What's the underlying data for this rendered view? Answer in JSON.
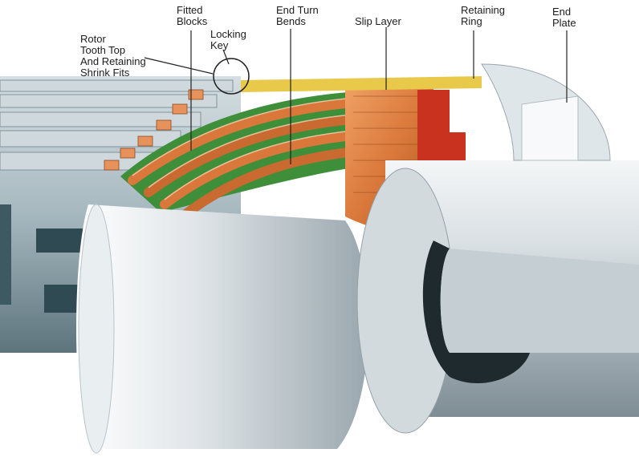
{
  "labels": {
    "rotor_tooth": "Rotor\nTooth Top\nAnd Retaining\nShrink Fits",
    "fitted_blocks": "Fitted\nBlocks",
    "locking_key": "Locking\nKey",
    "end_turn_bends": "End Turn\nBends",
    "slip_layer": "Slip Layer",
    "retaining_ring": "Retaining\nRing",
    "end_plate": "End\nPlate"
  },
  "colors": {
    "copper": "#d9783a",
    "copper_dark": "#9b4a1f",
    "insulation_green": "#3f8f3a",
    "red_block": "#c8321e",
    "steel_light": "#e6ecef",
    "steel_mid": "#b4c0c6",
    "steel_dark": "#6f7f88",
    "teal": "#5f8f99"
  }
}
